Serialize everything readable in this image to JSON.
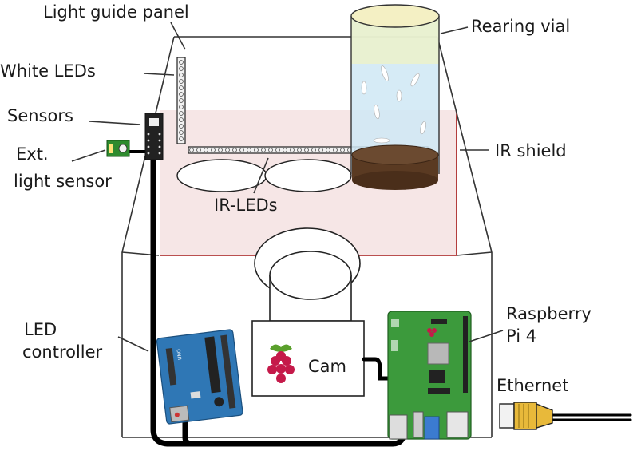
{
  "labels": {
    "light_guide_panel": "Light guide panel",
    "white_leds": "White LEDs",
    "sensors": "Sensors",
    "ext_line1": "Ext.",
    "ext_line2": "light sensor",
    "ir_leds": "IR-LEDs",
    "rearing_vial": "Rearing vial",
    "ir_shield": "IR shield",
    "led_line1": "LED",
    "led_line2": "controller",
    "rpi_line1": "Raspberry",
    "rpi_line2": "Pi 4",
    "ethernet": "Ethernet",
    "cam": "Cam"
  },
  "arduino_mark": "UNO",
  "colors": {
    "ir_shield_fill": "#f6e6e6",
    "ir_shield_edge": "#a31515",
    "vial_fill": "#cfe8f5",
    "vial_top": "#f4f0c4",
    "food": "#5a3a22",
    "arduino": "#2f77b5",
    "rpi": "#3c9a3c",
    "ethernet_plug": "#e8b93a",
    "cable": "#000000"
  }
}
